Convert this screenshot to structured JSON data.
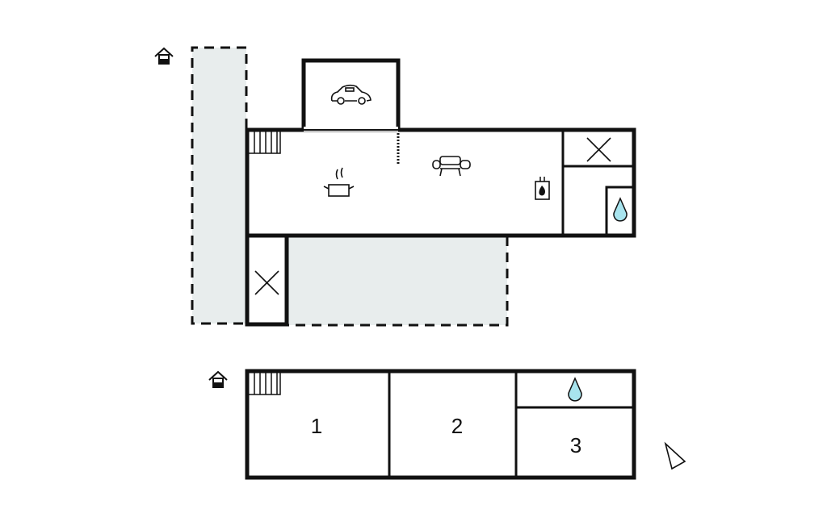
{
  "title": "Floor plan",
  "colors": {
    "wall": "#111111",
    "outdoor": "#e8eded",
    "water": "#a8e4ee"
  },
  "ground_floor": {
    "icons": [
      "entrance-icon",
      "car-icon",
      "stairs-icon",
      "cooking-pot-icon",
      "sofa-icon",
      "fireplace-icon",
      "void-x-icon",
      "water-drop-icon"
    ]
  },
  "upper_floor": {
    "rooms": [
      {
        "label": "1"
      },
      {
        "label": "2"
      },
      {
        "label": "3"
      }
    ],
    "icons": [
      "entrance-icon",
      "stairs-icon",
      "water-drop-icon"
    ]
  },
  "compass": "north-arrow-icon"
}
